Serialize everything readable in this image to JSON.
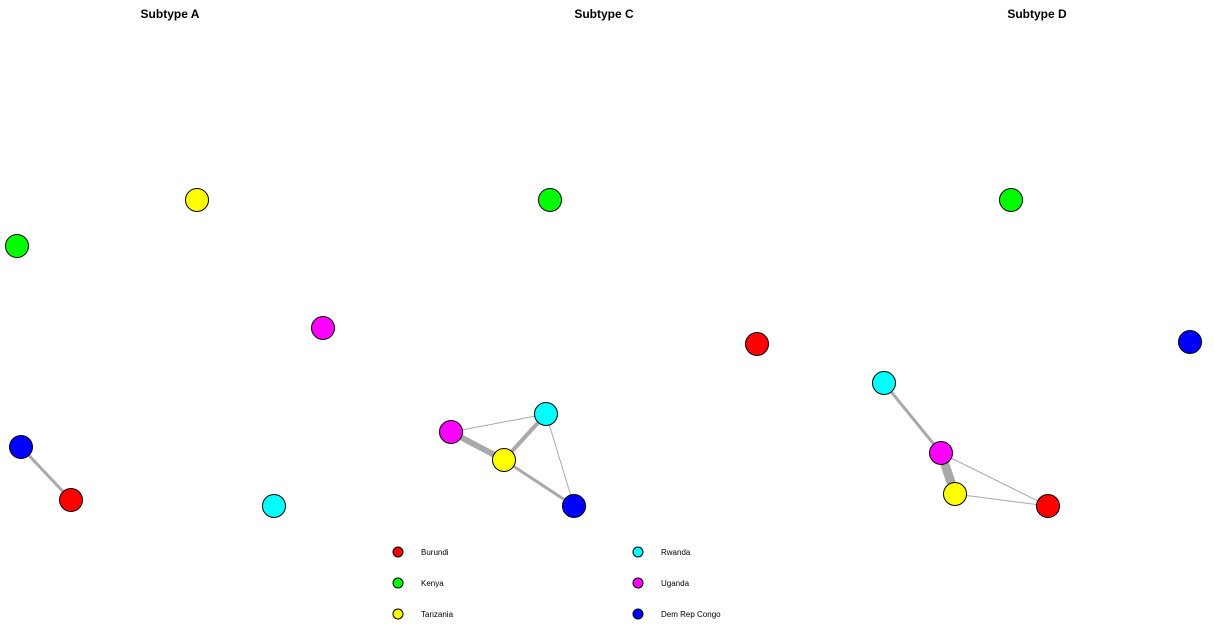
{
  "countries": {
    "burundi": {
      "label": "Burundi",
      "color": "#ff0000"
    },
    "kenya": {
      "label": "Kenya",
      "color": "#00ff00"
    },
    "tanzania": {
      "label": "Tanzania",
      "color": "#ffff00"
    },
    "rwanda": {
      "label": "Rwanda",
      "color": "#00ffff"
    },
    "uganda": {
      "label": "Uganda",
      "color": "#ff00ff"
    },
    "drc": {
      "label": "Dem Rep Congo",
      "color": "#0000ff"
    }
  },
  "panels": [
    {
      "title": "Subtype A",
      "edges": [
        {
          "source": "drc",
          "target": "burundi",
          "weight": 3
        }
      ]
    },
    {
      "title": "Subtype C",
      "edges": [
        {
          "source": "uganda",
          "target": "tanzania",
          "weight": 6
        },
        {
          "source": "tanzania",
          "target": "rwanda",
          "weight": 4
        },
        {
          "source": "tanzania",
          "target": "drc",
          "weight": 3
        },
        {
          "source": "uganda",
          "target": "rwanda",
          "weight": 1
        },
        {
          "source": "rwanda",
          "target": "drc",
          "weight": 1
        }
      ]
    },
    {
      "title": "Subtype D",
      "edges": [
        {
          "source": "rwanda",
          "target": "uganda",
          "weight": 3
        },
        {
          "source": "uganda",
          "target": "tanzania",
          "weight": 9
        },
        {
          "source": "uganda",
          "target": "burundi",
          "weight": 1
        },
        {
          "source": "tanzania",
          "target": "burundi",
          "weight": 1
        }
      ]
    }
  ],
  "legend": {
    "columns": [
      [
        "burundi",
        "kenya",
        "tanzania"
      ],
      [
        "rwanda",
        "uganda",
        "drc"
      ]
    ]
  }
}
